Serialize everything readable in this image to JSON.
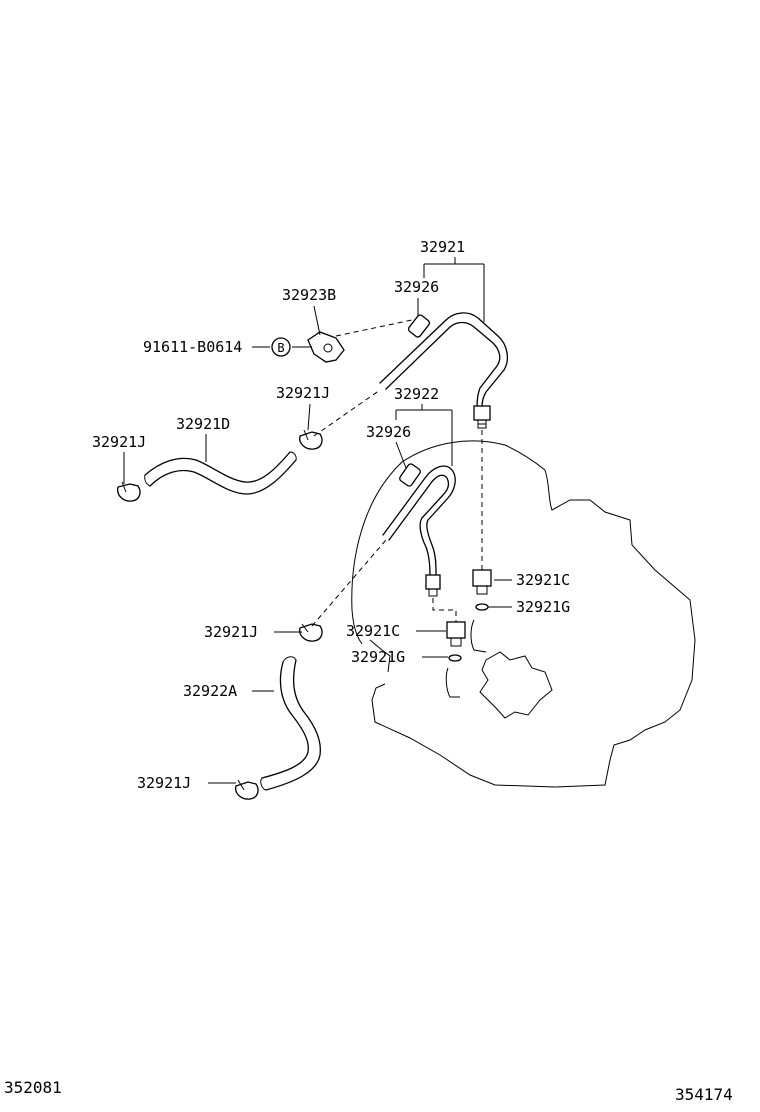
{
  "labels": {
    "pipe_32921": "32921",
    "grommet_32926_top": "32926",
    "clamp_32923B": "32923B",
    "bolt_91611": "91611-B0614",
    "bolt_circle": "B",
    "clip_32921J_upper": "32921J",
    "hose_32921D": "32921D",
    "clip_32921J_left": "32921J",
    "pipe_32922": "32922",
    "grommet_32926_mid": "32926",
    "union_32921C_right": "32921C",
    "gasket_32921G_right": "32921G",
    "clip_32921J_mid": "32921J",
    "union_32921C_center": "32921C",
    "gasket_32921G_center": "32921G",
    "hose_32922A": "32922A",
    "clip_32921J_bottom": "32921J"
  },
  "footer": {
    "left_code": "352081",
    "right_code": "354174"
  }
}
